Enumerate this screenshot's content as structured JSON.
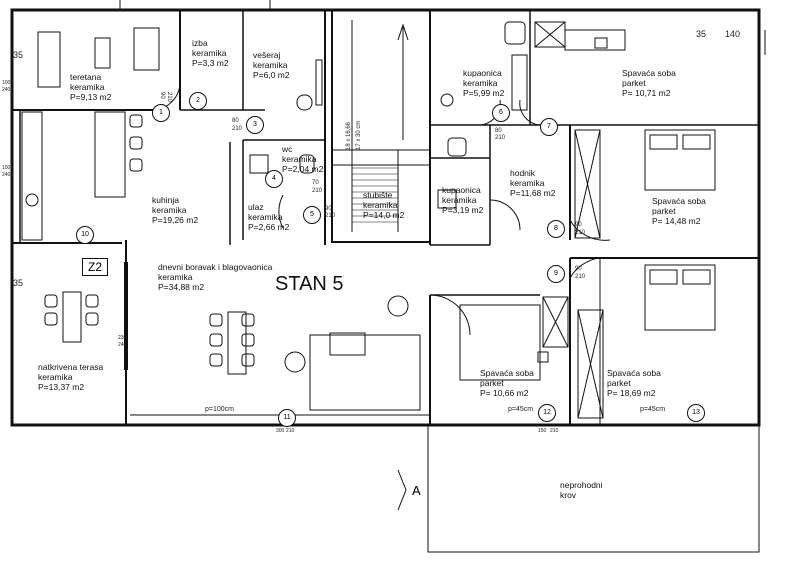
{
  "title": "STAN 5",
  "rooms": [
    {
      "id": "teretana",
      "name": "teretana",
      "floor": "keramika",
      "area": "P=9,13 m2"
    },
    {
      "id": "izba",
      "name": "izba",
      "floor": "keramika",
      "area": "P=3,3 m2"
    },
    {
      "id": "veseraj",
      "name": "vešeraj",
      "floor": "keramika",
      "area": "P=6,0 m2"
    },
    {
      "id": "kupaonica1",
      "name": "kupaonica",
      "floor": "keramika",
      "area": "P=5,99 m2"
    },
    {
      "id": "spavaca1",
      "name": "Spavaća soba",
      "floor": "parket",
      "area": "P= 10,71 m2"
    },
    {
      "id": "kuhinja",
      "name": "kuhinja",
      "floor": "keramika",
      "area": "P=19,26 m2"
    },
    {
      "id": "wc",
      "name": "wc",
      "floor": "keramika",
      "area": "P=2,04 m2"
    },
    {
      "id": "ulaz",
      "name": "ulaz",
      "floor": "keramika",
      "area": "P=2,66 m2"
    },
    {
      "id": "stubiste",
      "name": "stubište",
      "floor": "keramika",
      "area": "P=14,0 m2"
    },
    {
      "id": "kupaonica2",
      "name": "kupaonica",
      "floor": "keramika",
      "area": "P=3,19 m2"
    },
    {
      "id": "hodnik",
      "name": "hodnik",
      "floor": "keramika",
      "area": "P=11,68 m2"
    },
    {
      "id": "spavaca2",
      "name": "Spavaća soba",
      "floor": "parket",
      "area": "P= 14,48 m2"
    },
    {
      "id": "dnevni",
      "name": "dnevni boravak i blagovaonica",
      "floor": "keramika",
      "area": "P=34,88 m2"
    },
    {
      "id": "terasa",
      "name": "natkrivena terasa",
      "floor": "keramika",
      "area": "P=13,37 m2"
    },
    {
      "id": "spavaca3",
      "name": "Spavaća soba",
      "floor": "parket",
      "area": "P= 10,66 m2"
    },
    {
      "id": "spavaca4",
      "name": "Spavaća soba",
      "floor": "parket",
      "area": "P= 18,69 m2"
    }
  ],
  "roof": {
    "line1": "neprohodni",
    "line2": "krov"
  },
  "stair_note": {
    "line1": "18 x 16,66",
    "line2": "17 x 30 cm"
  },
  "zone_label": "Z2",
  "section_label": "A",
  "dims": {
    "d140": "140",
    "d35a": "35",
    "d35b": "35",
    "d35c": "35"
  },
  "sill": {
    "p100": "p=100cm",
    "p45a": "p=45cm",
    "p45b": "p=45cm"
  },
  "door_dims": [
    "90",
    "210",
    "80",
    "210",
    "70",
    "210",
    "90",
    "210",
    "90",
    "210",
    "90",
    "210",
    "80",
    "210",
    "100",
    "240",
    "100",
    "240",
    "230",
    "240",
    "300",
    "210",
    "150",
    "210"
  ],
  "markers": [
    "1",
    "2",
    "3",
    "4",
    "5",
    "6",
    "7",
    "8",
    "9",
    "10",
    "11",
    "12",
    "13"
  ],
  "colors": {
    "line": "#111111",
    "wall": "#222222",
    "hatch": "#555555"
  }
}
